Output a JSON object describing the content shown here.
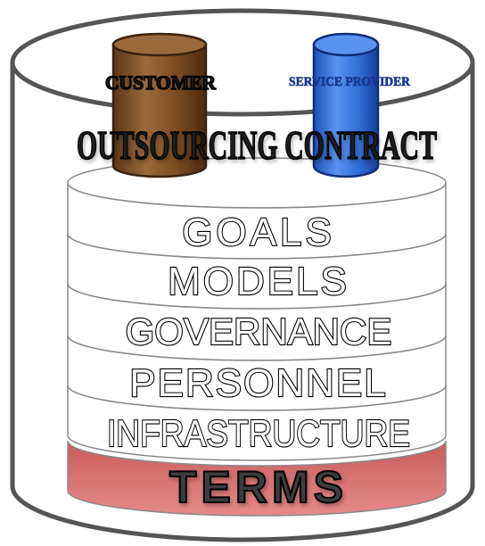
{
  "title": "OUTSOURCING CONTRACT",
  "parties": {
    "customer": {
      "label": "CUSTOMER",
      "color": "#8B5A2B"
    },
    "provider": {
      "label": "SERVICE PROVIDER",
      "color": "#2F6FD6"
    }
  },
  "layers": [
    {
      "label": "GOALS"
    },
    {
      "label": "MODELS"
    },
    {
      "label": "GOVERNANCE"
    },
    {
      "label": "PERSONNEL"
    },
    {
      "label": "INFRASTRUCTURE"
    },
    {
      "label": "TERMS",
      "color": "#D46A6A"
    }
  ]
}
